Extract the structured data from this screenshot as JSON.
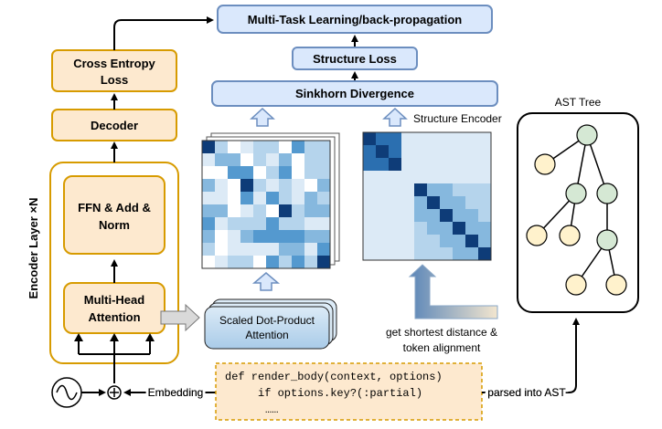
{
  "encoder": {
    "layer_label": "Encoder Layer ×N",
    "ffn_label_1": "FFN & Add &",
    "ffn_label_2": "Norm",
    "mha_label_1": "Multi-Head",
    "mha_label_2": "Attention"
  },
  "decoder_label": "Decoder",
  "cross_entropy": {
    "line1": "Cross Entropy",
    "line2": "Loss"
  },
  "top": {
    "multitask": "Multi-Task Learning/back-propagation",
    "structure_loss": "Structure Loss",
    "sinkhorn": "Sinkhorn Divergence"
  },
  "structure_encoder_label": "Structure Encoder",
  "scaled_dot": {
    "line1": "Scaled Dot-Product",
    "line2": "Attention"
  },
  "shortest": {
    "line1": "get shortest distance &",
    "line2": "token alignment"
  },
  "ast": {
    "title": "AST Tree",
    "parsed_label": "parsed into AST"
  },
  "embedding_label": "Embedding",
  "code": {
    "line1": "def render_body(context, options)",
    "line2": "if options.key?(:partial)",
    "line3": "……"
  },
  "colors": {
    "orange_fill": "#FDE9CF",
    "orange_stroke": "#D79B00",
    "blue_fill": "#DAE8FC",
    "blue_stroke": "#6C8EBF",
    "tree_green": "#D5E8D4",
    "tree_yellow": "#FFF2CC",
    "matrix_dark": "#0E3C78"
  },
  "icons": [
    "sine-wave-icon",
    "plus-circle-icon",
    "up-arrow-icon",
    "right-arrow-icon"
  ]
}
